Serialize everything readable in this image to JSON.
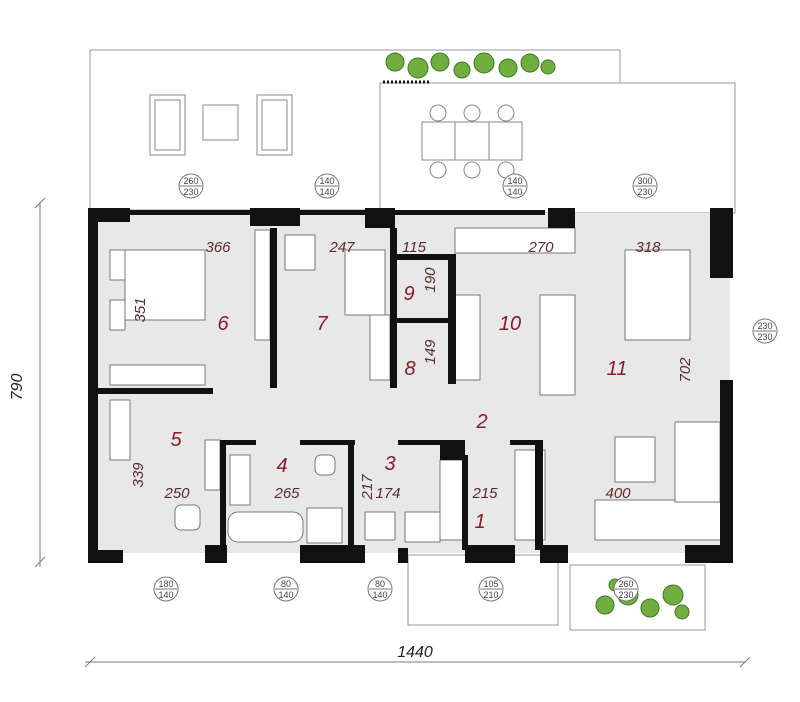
{
  "rooms": {
    "r1": "1",
    "r2": "2",
    "r3": "3",
    "r4": "4",
    "r5": "5",
    "r6": "6",
    "r7": "7",
    "r8": "8",
    "r9": "9",
    "r10": "10",
    "r11": "11"
  },
  "dimensions": {
    "d366": "366",
    "d247": "247",
    "d115": "115",
    "d270": "270",
    "d318": "318",
    "d351": "351",
    "d190": "190",
    "d149": "149",
    "d702": "702",
    "d339": "339",
    "d250": "250",
    "d265": "265",
    "d217": "217",
    "d174": "174",
    "d215": "215",
    "d400": "400"
  },
  "overall": {
    "width": "1440",
    "height": "790"
  },
  "windows": {
    "w1_top": "260",
    "w1_bot": "230",
    "w2_top": "140",
    "w2_bot": "140",
    "w3_top": "140",
    "w3_bot": "140",
    "w4_top": "300",
    "w4_bot": "230",
    "w5_top": "230",
    "w5_bot": "230",
    "w6_top": "180",
    "w6_bot": "140",
    "w7_top": "80",
    "w7_bot": "140",
    "w8_top": "80",
    "w8_bot": "140",
    "w9_top": "105",
    "w9_bot": "210",
    "w10_top": "260",
    "w10_bot": "230"
  },
  "colors": {
    "wall": "#111111",
    "floor": "#e6e6e6",
    "dim_text": "#5a2b2b",
    "room_text": "#8b1a2b",
    "plant": "#6fae3f"
  }
}
